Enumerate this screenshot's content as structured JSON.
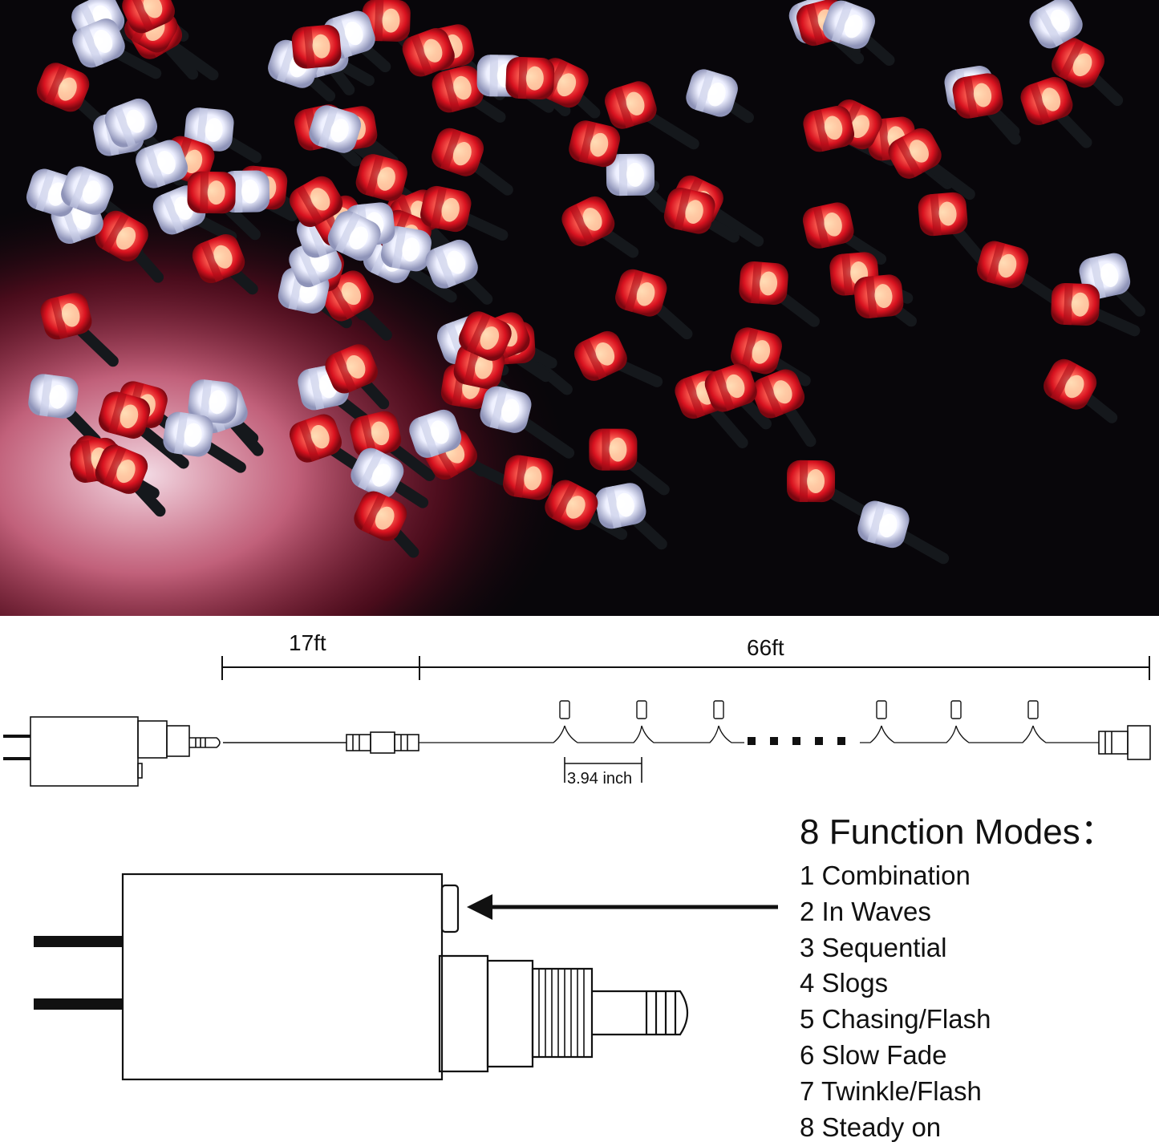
{
  "photo": {
    "colors": {
      "background": "#08060a",
      "red": "#e8202c",
      "white": "#f4f6ff",
      "glow": "#ff5f86"
    }
  },
  "diagram": {
    "lead_length": "17ft",
    "lit_length": "66ft",
    "bulb_spacing": "3.94 inch",
    "colors": {
      "line": "#111111"
    }
  },
  "modes": {
    "title": "8 Function Modes：",
    "items": [
      {
        "number": "1",
        "name": "Combination"
      },
      {
        "number": "2",
        "name": "In Waves"
      },
      {
        "number": "3",
        "name": "Sequential"
      },
      {
        "number": "4",
        "name": "Slogs"
      },
      {
        "number": "5",
        "name": "Chasing/Flash"
      },
      {
        "number": "6",
        "name": "Slow Fade"
      },
      {
        "number": "7",
        "name": "Twinkle/Flash"
      },
      {
        "number": "8",
        "name": "Steady on"
      }
    ]
  }
}
